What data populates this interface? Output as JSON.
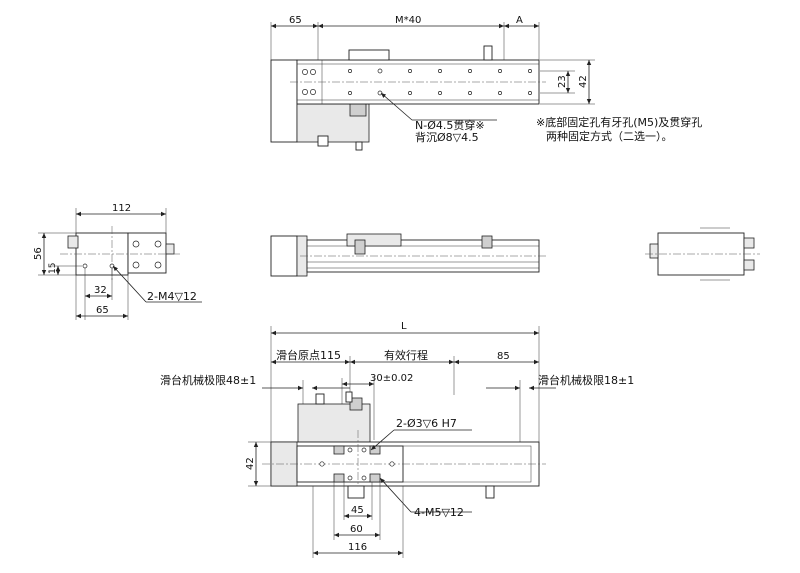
{
  "top_view": {
    "dim_65": "65",
    "dim_pitch": "M*40",
    "dim_a": "A",
    "dim_23": "23",
    "dim_42": "42",
    "callout_line1": "N-Ø4.5贯穿※",
    "callout_line2": "背沉Ø8▽4.5",
    "note_line1": "※底部固定孔有牙孔(M5)及贯穿孔",
    "note_line2": "两种固定方式（二选一）。"
  },
  "end_view": {
    "dim_112": "112",
    "dim_56": "56",
    "dim_15": "15",
    "dim_32": "32",
    "dim_65": "65",
    "callout_m4": "2-M4▽12"
  },
  "bottom_view": {
    "dim_l": "L",
    "dim_origin": "滑台原点115",
    "dim_stroke": "有效行程",
    "dim_85": "85",
    "limit_left": "滑台机械极限48±1",
    "limit_right": "滑台机械极限18±1",
    "dim_30": "30±0.02",
    "callout_pin": "2-Ø3▽6 H7",
    "dim_42": "42",
    "dim_45": "45",
    "dim_60": "60",
    "dim_116": "116",
    "callout_m5": "4-M5▽12"
  }
}
